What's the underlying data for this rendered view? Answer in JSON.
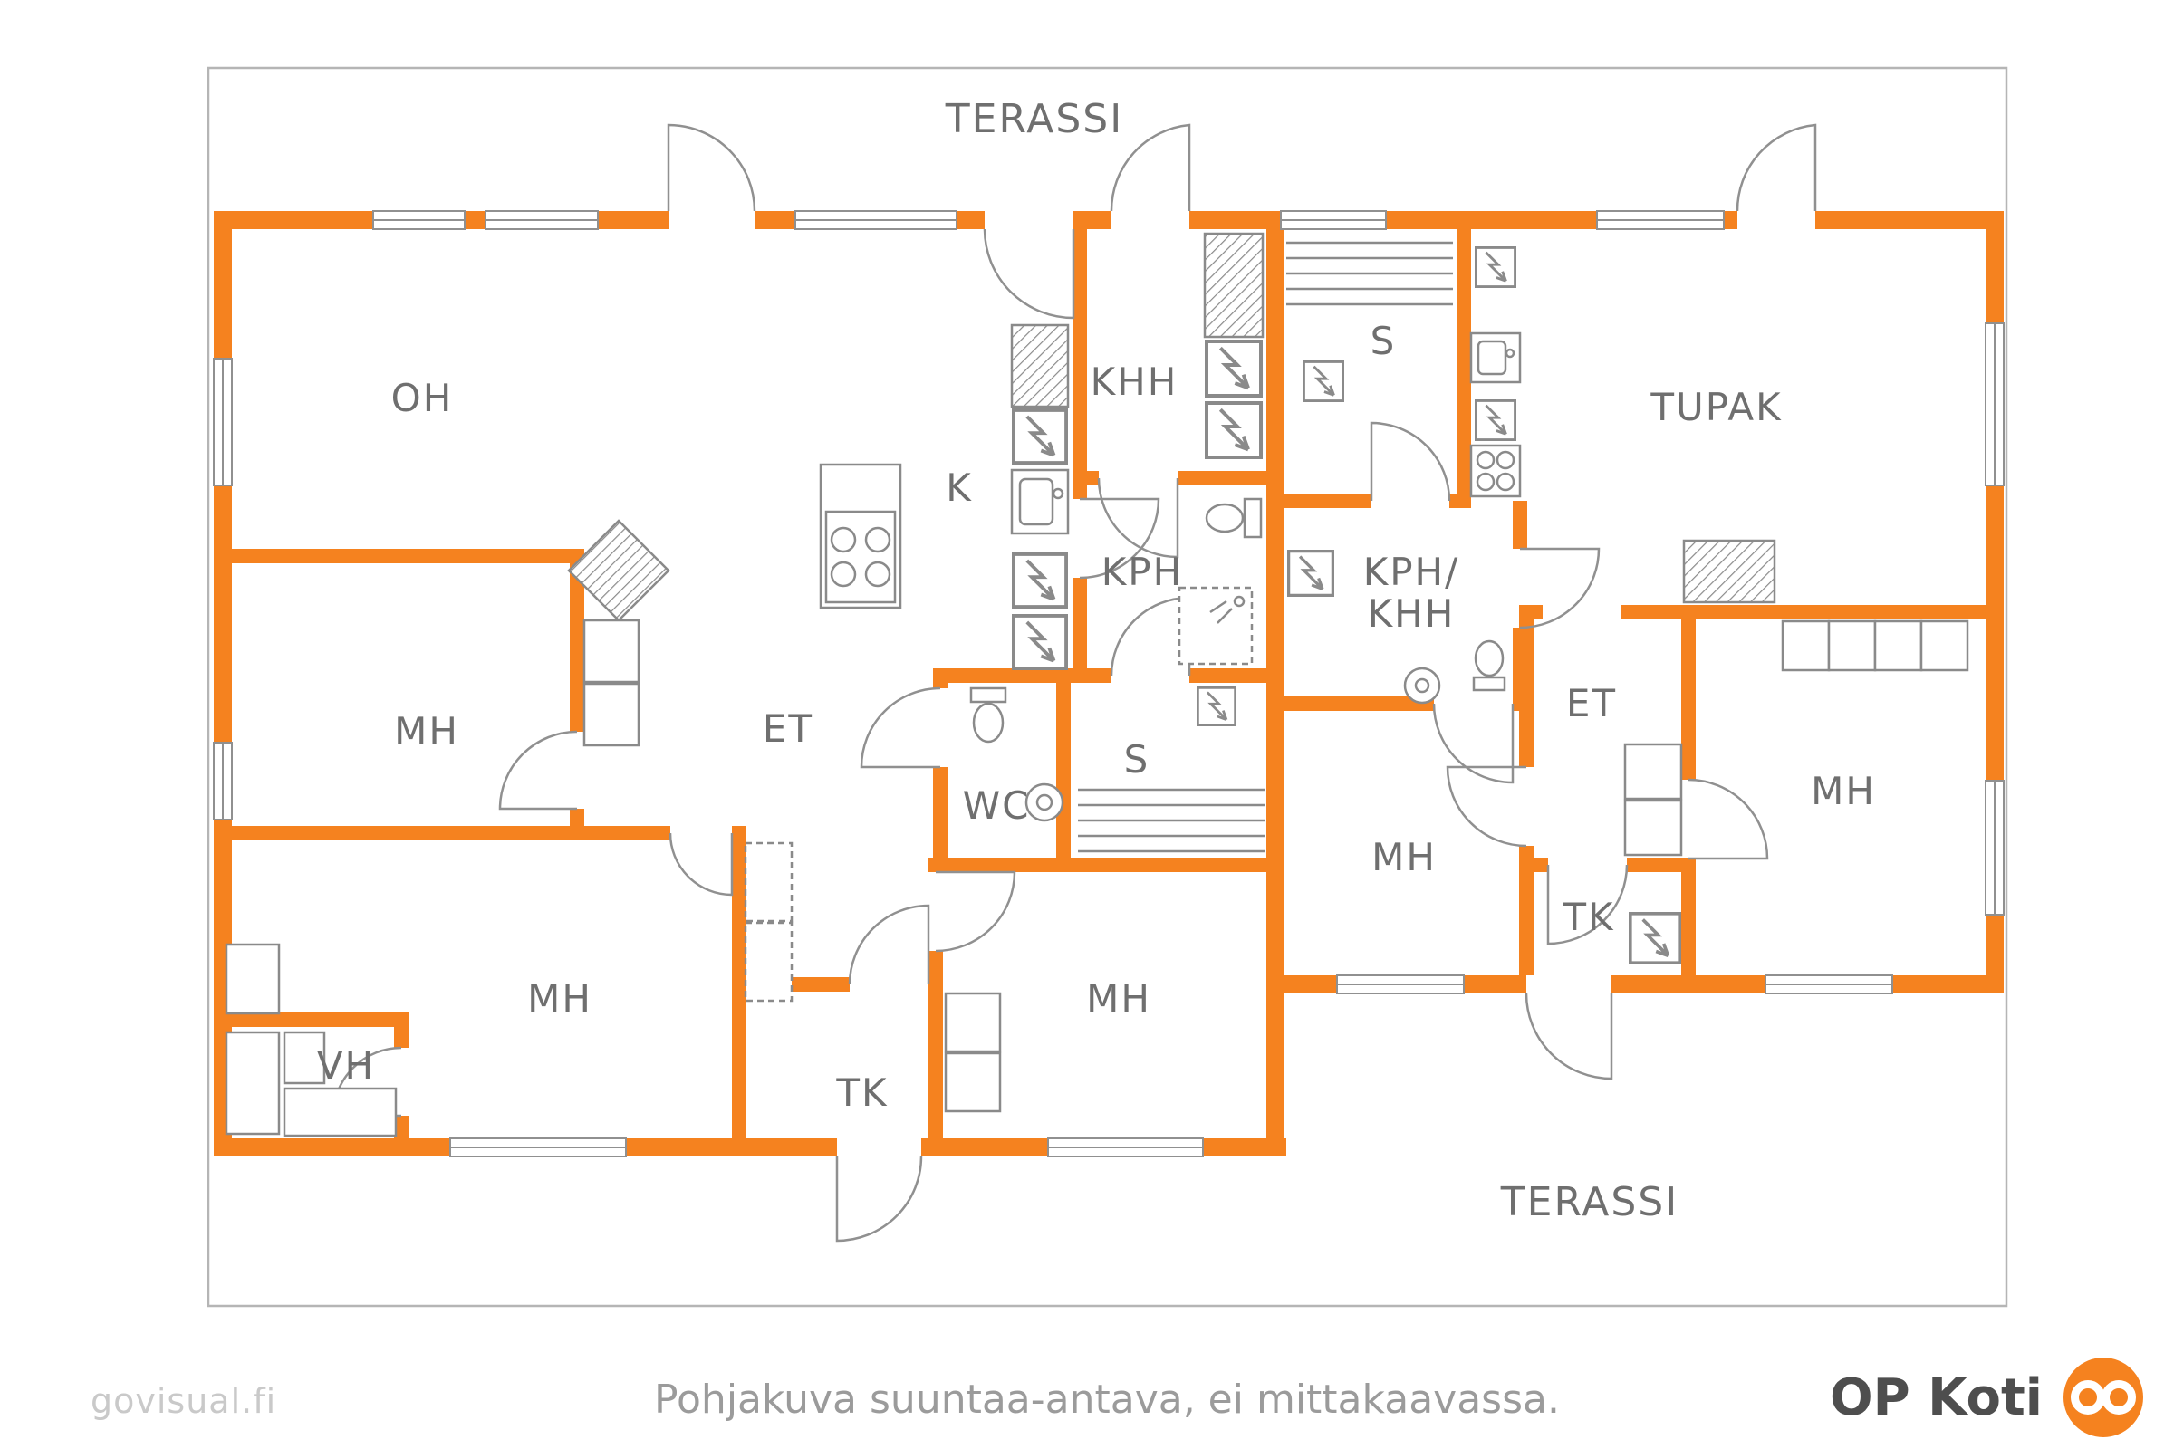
{
  "colors": {
    "wall_orange": "#F5821F",
    "fixture_gray": "#8A8A8A",
    "label_gray": "#6F6F6F",
    "footer_text_gray": "#9B9B9B",
    "watermark_gray": "#C9C9C9",
    "brand_text_dark": "#4E4E4E",
    "background": "#FFFFFF"
  },
  "rooms": [
    {
      "id": "terassi-top",
      "label": "TERASSI"
    },
    {
      "id": "oh",
      "label": "OH"
    },
    {
      "id": "khh",
      "label": "KHH"
    },
    {
      "id": "sauna-right",
      "label": "S"
    },
    {
      "id": "tupak",
      "label": "TUPAK"
    },
    {
      "id": "keittio",
      "label": "K"
    },
    {
      "id": "kph",
      "label": "KPH"
    },
    {
      "id": "kph-khh",
      "label": "KPH/KHH",
      "line1": "KPH/",
      "line2": "KHH"
    },
    {
      "id": "mh-left",
      "label": "MH"
    },
    {
      "id": "et-left",
      "label": "ET"
    },
    {
      "id": "sauna-left",
      "label": "S"
    },
    {
      "id": "wc",
      "label": "WC"
    },
    {
      "id": "et-right",
      "label": "ET"
    },
    {
      "id": "mh-far-right",
      "label": "MH"
    },
    {
      "id": "mh-center-right",
      "label": "MH"
    },
    {
      "id": "tk-right",
      "label": "TK"
    },
    {
      "id": "mh-bottom-left",
      "label": "MH"
    },
    {
      "id": "mh-bottom-center",
      "label": "MH"
    },
    {
      "id": "vh",
      "label": "VH"
    },
    {
      "id": "tk-left",
      "label": "TK"
    },
    {
      "id": "terassi-bottom",
      "label": "TERASSI"
    }
  ],
  "footer": {
    "watermark": "govisual.fi",
    "disclaimer": "Pohjakuva suuntaa-antava, ei mittakaavassa.",
    "brand": "OP Koti"
  },
  "icons": {
    "bolt-icon": "electric appliance zigzag symbol",
    "op-logo-icon": "orange circle with white interlocked rings"
  }
}
